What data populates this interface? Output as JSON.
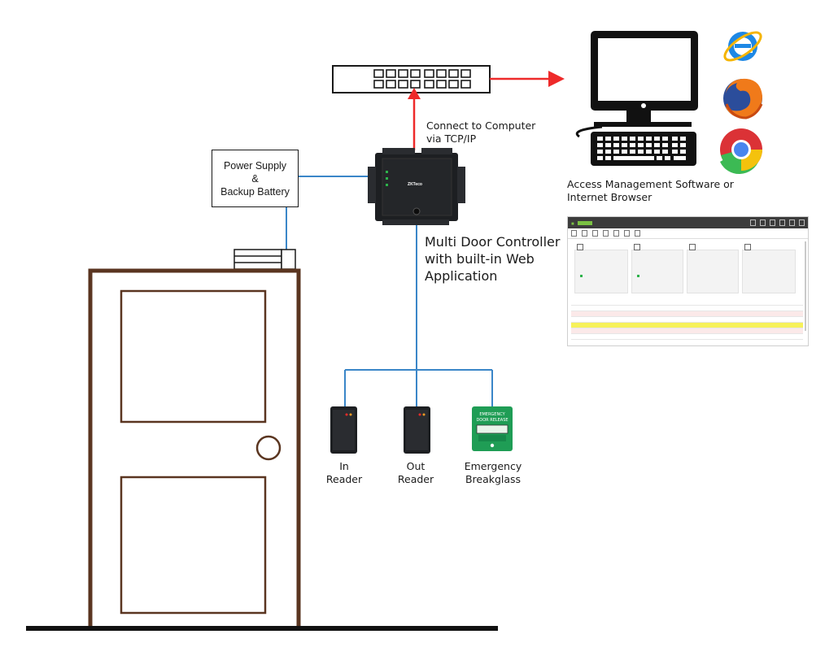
{
  "diagram": {
    "labels": {
      "power_supply": [
        "Power Supply",
        "&",
        "Backup Battery"
      ],
      "connect": [
        "Connect to Computer",
        "via TCP/IP"
      ],
      "software": [
        "Access Management Software or",
        "Internet Browser"
      ],
      "controller": [
        "Multi Door Controller",
        "with built-in Web",
        "Application"
      ],
      "in_reader": [
        "In",
        "Reader"
      ],
      "out_reader": [
        "Out",
        "Reader"
      ],
      "breakglass": [
        "Emergency",
        "Breakglass"
      ]
    },
    "breakglass_text": [
      "EMERGENCY",
      "DOOR RELEASE"
    ],
    "controller_brand": "ZKTeco",
    "colors": {
      "door": "#5a3520",
      "wire": "#3a86c8",
      "arrow": "#ee2a2a",
      "ground": "#111111",
      "device": "#1d1f22",
      "breakglass": "#1f9d55"
    },
    "icons": [
      "internet-explorer-icon",
      "firefox-icon",
      "chrome-icon",
      "computer-monitor-icon",
      "keyboard-icon",
      "network-switch-icon"
    ]
  }
}
